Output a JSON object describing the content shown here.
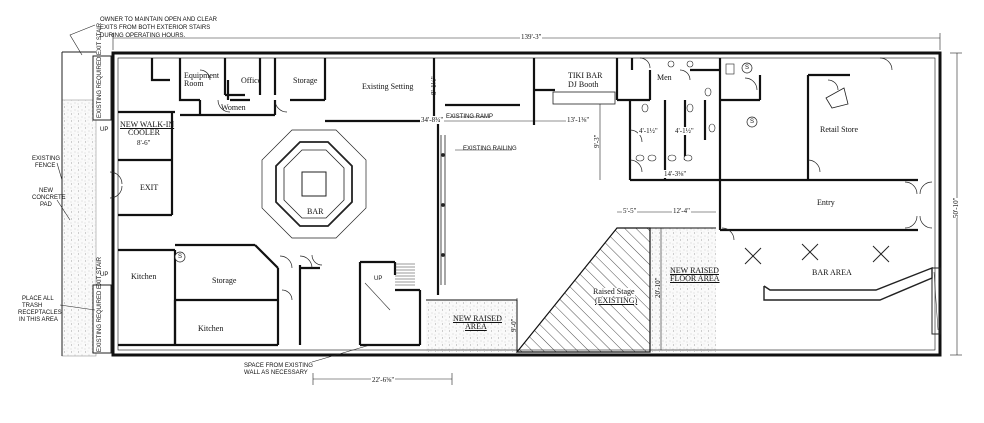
{
  "notes": {
    "owner_exits_1": "OWNER TO MAINTAIN OPEN AND CLEAR",
    "owner_exits_2": "EXITS FROM BOTH EXTERIOR STAIRS",
    "owner_exits_3": "DURING OPERATING HOURS.",
    "existing_fence_1": "EXISTING",
    "existing_fence_2": "FENCE",
    "concrete_pad_1": "NEW",
    "concrete_pad_2": "CONCRETE",
    "concrete_pad_3": "PAD",
    "trash_1": "PLACE ALL",
    "trash_2": "TRASH",
    "trash_3": "RECEPTACLES",
    "trash_4": "IN THIS AREA",
    "space_1": "SPACE FROM EXISTING",
    "space_2": "WALL AS NECESSARY",
    "existing_railing": "EXISTING RAILING",
    "existing_ramp": "EXISTING RAMP"
  },
  "rooms": {
    "equipment_1": "Equipment",
    "equipment_2": "Room",
    "office": "Office",
    "storage_top": "Storage",
    "women": "Women",
    "existing_setting": "Existing Setting",
    "tiki_1": "TIKI BAR",
    "tiki_2": "DJ Booth",
    "men": "Men",
    "walkin_1": "NEW WALK-IN",
    "walkin_2": "COOLER",
    "bar": "BAR",
    "exit": "EXIT",
    "retail": "Retail Store",
    "entry": "Entry",
    "kitchen_left": "Kitchen",
    "storage_mid": "Storage",
    "kitchen_bottom": "Kitchen",
    "bar_area": "BAR AREA",
    "raised_area_1": "NEW RAISED",
    "raised_area_2": "AREA",
    "raised_stage_1": "Raised Stage",
    "raised_stage_2": "(EXISTING)",
    "raised_floor_1": "NEW RAISED",
    "raised_floor_2": "FLOOR AREA",
    "up_stair": "UP",
    "up_left_top": "UP",
    "up_left_bottom": "UP",
    "exit_stair_top": "EXISTING REQUIRED EXIT STAIR",
    "exit_stair_bottom": "EXISTING REQUIRED EXIT STAIR",
    "s1": "S",
    "s2": "S",
    "s3": "S"
  },
  "dimensions": {
    "overall_length": "139'-3\"",
    "overall_width": "50'-10\"",
    "cooler": "8'-6\"",
    "setting_depth": "8'-1⅛\"",
    "setting_width": "34'-8¾\"",
    "tiki_width": "13'-1⅜\"",
    "corridor": "9'-3\"",
    "stall_1": "4'-1½\"",
    "stall_2": "4'-1½\"",
    "restroom_width": "14'-3⅛\"",
    "stage_top": "5'-5\"",
    "stage_right": "12'-4\"",
    "stage_depth": "20'-10\"",
    "raised_depth": "9'-0\"",
    "bottom_span": "22'-6⅝\""
  }
}
